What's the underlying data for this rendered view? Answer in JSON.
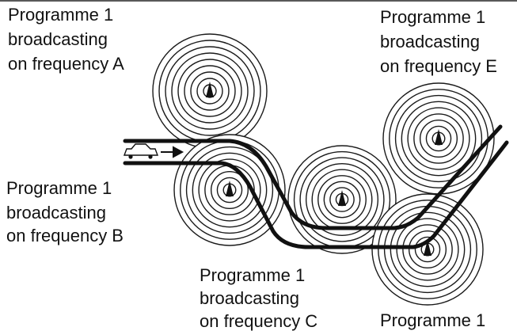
{
  "diagram": {
    "labels": {
      "freq_a": [
        "Programme 1",
        "broadcasting",
        "on frequency A"
      ],
      "freq_b": [
        "Programme 1",
        "broadcasting",
        "on frequency B"
      ],
      "freq_c": [
        "Programme 1",
        "broadcasting",
        "on frequency C"
      ],
      "freq_e": [
        "Programme 1",
        "broadcasting",
        "on frequency E"
      ],
      "freq_d_partial": [
        "Programme 1"
      ]
    },
    "transmitters": [
      {
        "id": "A",
        "rings": 9
      },
      {
        "id": "B",
        "rings": 9
      },
      {
        "id": "C",
        "rings": 9
      },
      {
        "id": "D",
        "rings": 9
      },
      {
        "id": "E",
        "rings": 9
      }
    ],
    "colors": {
      "ink": "#111111",
      "background": "#ffffff"
    },
    "icons": [
      "car-icon",
      "direction-arrow-icon",
      "transmitter-icon"
    ]
  }
}
